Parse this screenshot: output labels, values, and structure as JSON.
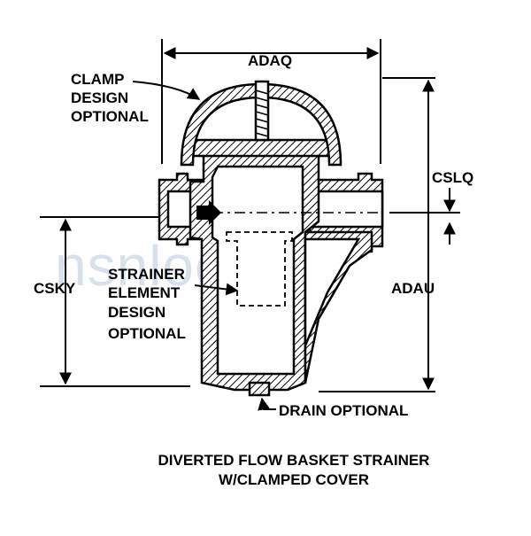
{
  "watermark": "nsnlookup",
  "labels": {
    "clamp": [
      "CLAMP",
      "DESIGN",
      "OPTIONAL"
    ],
    "adaq": "ADAQ",
    "cslq": "CSLQ",
    "csky": "CSKY",
    "adau": "ADAU",
    "strainer": [
      "STRAINER",
      "ELEMENT",
      "DESIGN",
      "OPTIONAL"
    ],
    "drain": "DRAIN OPTIONAL"
  },
  "caption": [
    "DIVERTED FLOW BASKET STRAINER",
    "W/CLAMPED COVER"
  ],
  "colors": {
    "ink": "#000000",
    "watermark": "#a9bcd6"
  }
}
